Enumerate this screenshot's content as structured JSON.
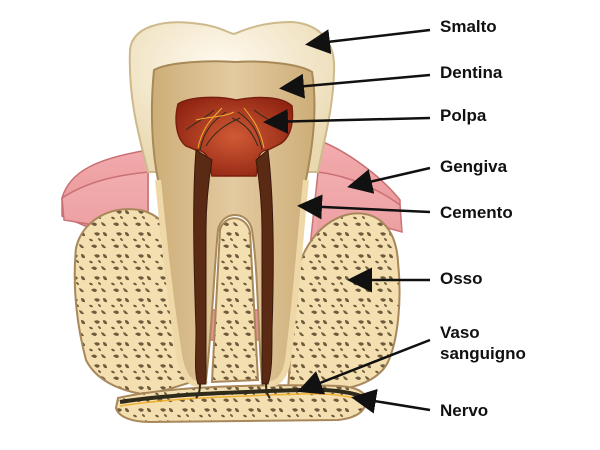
{
  "labels": {
    "enamel": "Smalto",
    "dentin": "Dentina",
    "pulp": "Polpa",
    "gum": "Gengiva",
    "cementum": "Cemento",
    "bone": "Osso",
    "blood_vessel_line1": "Vaso",
    "blood_vessel_line2": "sanguigno",
    "nerve": "Nervo"
  },
  "colors": {
    "enamel": "#f6ecd0",
    "dentin": "#dcc190",
    "pulp": "#b3361c",
    "gum": "#ef9a99",
    "bone": "#f3dfb0",
    "bone_pores": "#6e5a3d",
    "nerve": "#2f2a1a",
    "arrow": "#111111"
  }
}
